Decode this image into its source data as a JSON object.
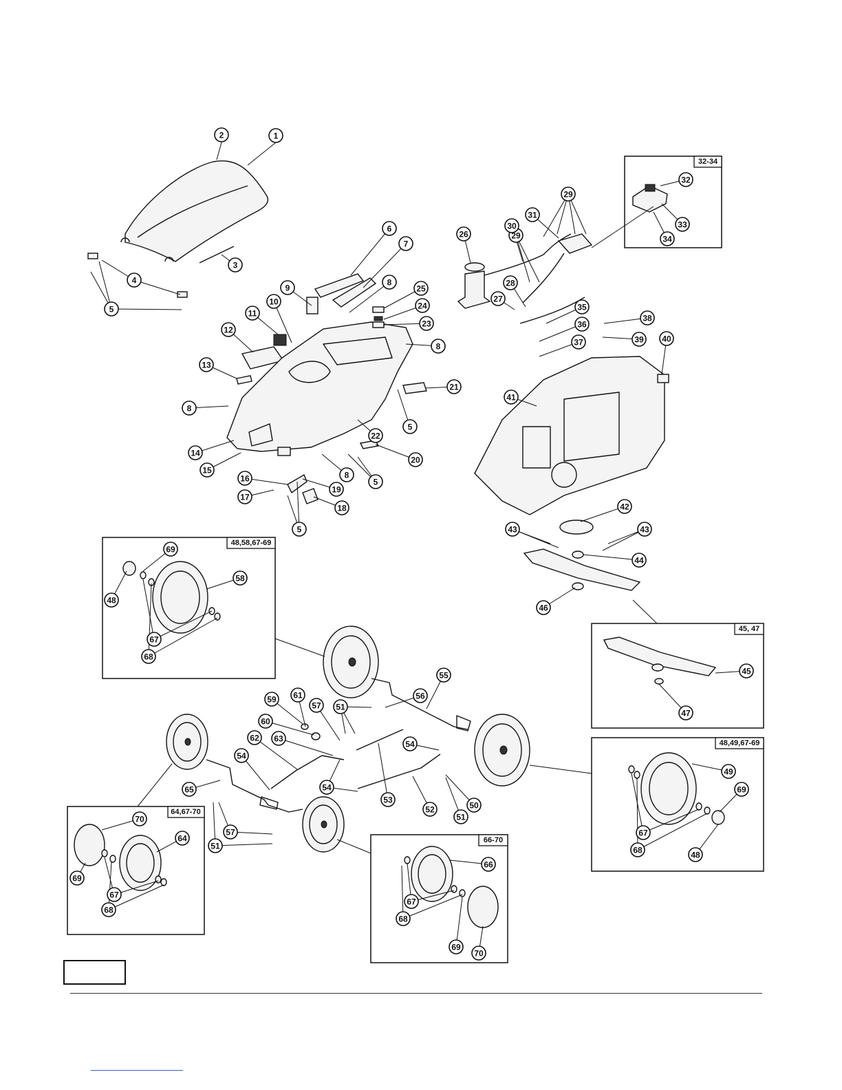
{
  "inset_labels": [
    "32-34",
    "48,58,67-69",
    "45, 47",
    "48,49,67-69",
    "64,67-70",
    "66-70"
  ],
  "callouts": [
    "1",
    "2",
    "3",
    "4",
    "5",
    "6",
    "7",
    "8",
    "9",
    "10",
    "11",
    "12",
    "13",
    "14",
    "15",
    "16",
    "17",
    "18",
    "19",
    "20",
    "21",
    "22",
    "23",
    "24",
    "25",
    "26",
    "27",
    "28",
    "29",
    "30",
    "31",
    "32",
    "33",
    "34",
    "35",
    "36",
    "37",
    "38",
    "39",
    "40",
    "41",
    "42",
    "43",
    "44",
    "45",
    "46",
    "47",
    "48",
    "49",
    "50",
    "51",
    "52",
    "53",
    "54",
    "55",
    "56",
    "57",
    "58",
    "59",
    "60",
    "61",
    "62",
    "63",
    "64",
    "65",
    "66",
    "67",
    "68",
    "69",
    "70"
  ],
  "colors": {
    "line": "#111111",
    "link": "#3a5fcd"
  }
}
